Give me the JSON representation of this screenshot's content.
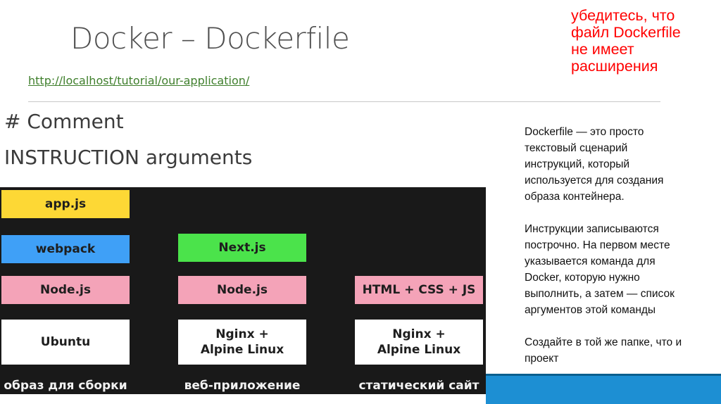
{
  "slide": {
    "title": "Docker – Dockerfile",
    "link": "http://localhost/tutorial/our-application/",
    "note_lines": [
      "убедитесь, что",
      "файл Dockerfile",
      "не имеет",
      "расширения"
    ],
    "syntax": [
      "# Comment",
      "INSTRUCTION arguments"
    ]
  },
  "diagram": {
    "columns": [
      {
        "caption": "образ для сборки",
        "blocks": [
          {
            "label": "app.js",
            "color": "#fdd835"
          },
          {
            "label": "webpack",
            "color": "#3fa0f7"
          },
          {
            "label": "Node.js",
            "color": "#f4a3b8"
          },
          {
            "label": "Ubuntu",
            "color": "#ffffff"
          }
        ]
      },
      {
        "caption": "веб-приложение",
        "blocks": [
          {
            "label": "Next.js",
            "color": "#4be34b"
          },
          {
            "label": "Node.js",
            "color": "#f4a3b8"
          },
          {
            "label": "Nginx + Alpine Linux",
            "color": "#ffffff"
          }
        ]
      },
      {
        "caption": "статический сайт",
        "blocks": [
          {
            "label": "HTML + CSS + JS",
            "color": "#f4a3b8"
          },
          {
            "label": "Nginx + Alpine Linux",
            "color": "#ffffff"
          }
        ]
      }
    ]
  },
  "description": {
    "paragraphs": [
      [
        "Dockerfile — это просто",
        "текстовый сценарий",
        "инструкций, который",
        "используется для создания",
        "образа контейнера."
      ],
      [
        "Инструкции записываются",
        "построчно. На первом месте",
        "указывается команда для",
        "Docker, которую нужно",
        "выполнить, а затем — список",
        "аргументов этой команды"
      ],
      [
        "Создайте в той же папке, что и",
        "проект"
      ]
    ]
  },
  "colors": {
    "accent_bar": "#1d8fd3",
    "note": "#ff0000",
    "link": "#3f7f2c"
  }
}
